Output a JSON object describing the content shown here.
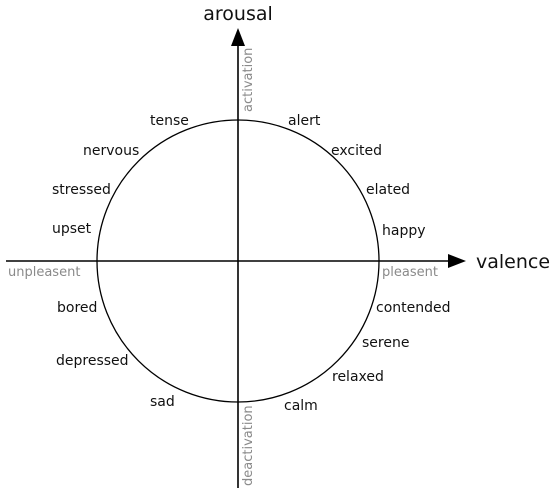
{
  "axes": {
    "vertical_title": "arousal",
    "horizontal_title": "valence",
    "top_pole": "activation",
    "bottom_pole": "deactivation",
    "left_pole": "unpleasent",
    "right_pole": "pleasent"
  },
  "emotions": {
    "tense": "tense",
    "nervous": "nervous",
    "stressed": "stressed",
    "upset": "upset",
    "alert": "alert",
    "excited": "excited",
    "elated": "elated",
    "happy": "happy",
    "bored": "bored",
    "depressed": "depressed",
    "sad": "sad",
    "contended": "contended",
    "serene": "serene",
    "relaxed": "relaxed",
    "calm": "calm"
  },
  "colors": {
    "line": "#000000",
    "text": "#111111",
    "pole_text": "#8a8a8a"
  }
}
